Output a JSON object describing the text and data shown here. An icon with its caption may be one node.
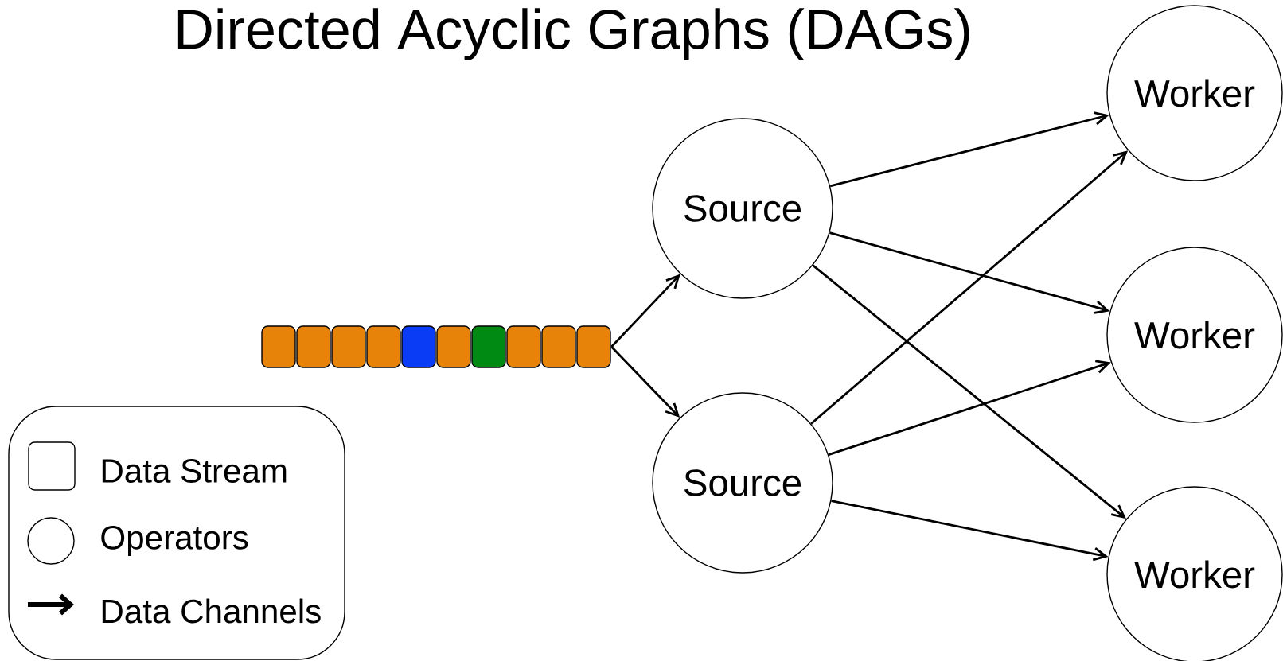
{
  "diagram": {
    "title": "Directed Acyclic Graphs (DAGs)",
    "nodes": [
      {
        "text": [],
        "shape": "bar"
      },
      {
        "text": [
          "Source"
        ]
      },
      {
        "text": [
          "Source"
        ]
      },
      {
        "text": [
          "Worker"
        ]
      },
      {
        "text": [
          "Worker"
        ]
      },
      {
        "text": [
          "Worker"
        ]
      }
    ],
    "edges": [
      {
        "from": 0,
        "to": 1,
        "arrow": "to"
      },
      {
        "from": 0,
        "to": 2,
        "arrow": "to"
      },
      {
        "from": 1,
        "to": 3,
        "arrow": "to"
      },
      {
        "from": 1,
        "to": 4,
        "arrow": "to"
      },
      {
        "from": 1,
        "to": 5,
        "arrow": "to"
      },
      {
        "from": 2,
        "to": 3,
        "arrow": "to"
      },
      {
        "from": 2,
        "to": 4,
        "arrow": "to"
      },
      {
        "from": 2,
        "to": 5,
        "arrow": "to"
      }
    ],
    "legend": [
      {
        "text": "Data Stream"
      },
      {
        "text": "Operators"
      },
      {
        "text": "Data Channels"
      }
    ]
  }
}
